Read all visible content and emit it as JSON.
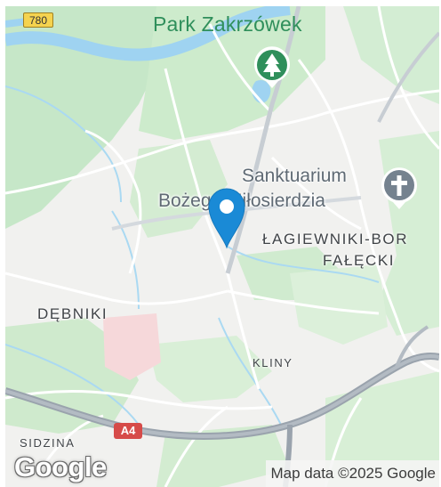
{
  "map": {
    "route_shield_top": "780",
    "park": {
      "label": "Park Zakrzówek",
      "icon": "tree-icon"
    },
    "poi": {
      "line1": "Sanktuarium",
      "line2": "Bożego Miłosierdzia",
      "icon": "cross-icon"
    },
    "districts": {
      "lagiewniki_1": "ŁAGIEWNIKI-BOR",
      "lagiewniki_2": "FAŁĘCKI",
      "debniki": "DĘBNIKI",
      "kliny": "KLINY",
      "sidzina": "SIDZINA"
    },
    "highway_shield": "A4",
    "logo": "Google",
    "attribution": "Map data ©2025 Google",
    "marker": {
      "icon": "location-pin-icon",
      "color": "#1a8ad6"
    },
    "colors": {
      "water": "#9fd3f1",
      "park": "#c2e6c5",
      "land": "#f1f1ef",
      "road": "#ffffff",
      "highway": "#9aa3ad",
      "pin": "#1a8ad6",
      "park_label": "#2f8f5b"
    }
  }
}
